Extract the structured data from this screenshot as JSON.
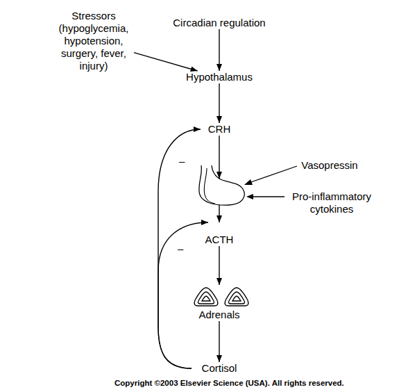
{
  "diagram": {
    "nodes": [
      {
        "text": [
          "Circadian regulation"
        ]
      },
      {
        "text": [
          "Stressors (hypoglycemia, hypotension, surgery, fever, injury)"
        ]
      },
      {
        "text": [
          "Hypothalamus"
        ]
      },
      {
        "text": [
          "CRH"
        ]
      },
      {
        "text": [
          "Vasopressin"
        ]
      },
      {
        "text": [
          "Pro-inflammatory cytokines"
        ]
      },
      {
        "text": [
          "ACTH"
        ]
      },
      {
        "text": [
          "Adrenals"
        ]
      },
      {
        "text": [
          "Cortisol"
        ]
      }
    ],
    "edges": [
      {
        "from": 0,
        "to": 2,
        "arrow": "to"
      },
      {
        "from": 1,
        "to": 2,
        "arrow": "to"
      },
      {
        "from": 2,
        "to": 3,
        "arrow": "to"
      },
      {
        "from": 3,
        "to": 6,
        "arrow": "to"
      },
      {
        "from": 6,
        "to": 7,
        "arrow": "to"
      },
      {
        "from": 7,
        "to": 8,
        "arrow": "to"
      },
      {
        "from": 8,
        "to": 3,
        "label": "–",
        "arrow": "to"
      },
      {
        "from": 8,
        "to": 6,
        "label": "–",
        "arrow": "to"
      }
    ],
    "labels": [
      "Copyright ©2003 Elsevier Science (USA). All rights reserved."
    ]
  }
}
